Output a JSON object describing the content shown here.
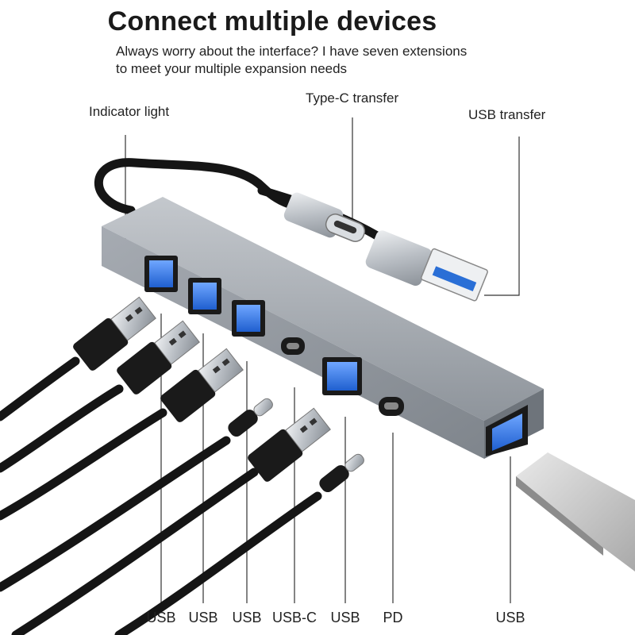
{
  "headline": "Connect multiple devices",
  "subtext": {
    "line1": "Always worry about the interface? I have seven extensions",
    "line2": "to meet your multiple expansion needs"
  },
  "callouts": {
    "indicator": "Indicator light",
    "typec": "Type-C transfer",
    "usb": "USB transfer"
  },
  "ports": [
    "USB",
    "USB",
    "USB",
    "USB-C",
    "USB",
    "PD",
    "USB"
  ],
  "colors": {
    "hub_body": "#9aa0a8",
    "usb_port_blue": "#2a6fd6",
    "cable_black": "#151515",
    "metal_plug": "#c9cdd2"
  }
}
